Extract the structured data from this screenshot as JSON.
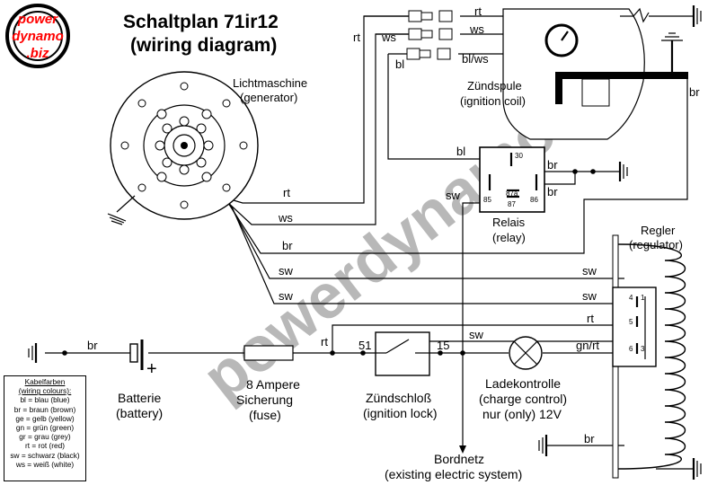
{
  "logo": {
    "line1": "power",
    "line2": "dynamo",
    "line3": ".biz"
  },
  "title": {
    "line1": "Schaltplan 71ir12",
    "line2": "(wiring diagram)"
  },
  "watermark": "powerdynamo.biz",
  "components": {
    "generator": {
      "label": "Lichtmaschine",
      "sublabel": "(generator)"
    },
    "coil": {
      "label": "Zündspule",
      "sublabel": "(ignition coil)"
    },
    "relay": {
      "label": "Relais",
      "sublabel": "(relay)",
      "pin30": "30",
      "pin85": "85",
      "pin87a": "87a",
      "pin87": "87",
      "pin86": "86"
    },
    "regulator": {
      "label": "Regler",
      "sublabel": "(regulator)",
      "pin4": "4",
      "pin1": "1",
      "pin5": "5",
      "pin6": "6",
      "pin3": "3"
    },
    "battery": {
      "label": "Batterie",
      "sublabel": "(battery)",
      "plus": "+"
    },
    "fuse": {
      "label": "8 Ampere",
      "sublabel1": "Sicherung",
      "sublabel2": "(fuse)"
    },
    "ignition_lock": {
      "label": "Zündschloß",
      "sublabel": "(ignition lock)",
      "pin51": "51",
      "pin15": "15"
    },
    "charge_control": {
      "label": "Ladekontrolle",
      "sublabel1": "(charge control)",
      "sublabel2": "nur (only) 12V"
    },
    "bordnetz": {
      "label": "Bordnetz",
      "sublabel": "(existing electric system)"
    }
  },
  "wire_labels": {
    "coil_rt": "rt",
    "coil_ws": "ws",
    "coil_bl_ws": "bl/ws",
    "left_rt": "rt",
    "left_ws": "ws",
    "left_bl": "bl",
    "coil_br": "br",
    "relay_bl": "bl",
    "relay_br_top": "br",
    "relay_br_bottom": "br",
    "relay_sw": "sw",
    "gen_rt": "rt",
    "gen_ws": "ws",
    "gen_br": "br",
    "gen_sw1": "sw",
    "gen_sw2": "sw",
    "reg_sw1": "sw",
    "reg_sw2": "sw",
    "reg_rt": "rt",
    "reg_gnrt": "gn/rt",
    "bottom_sw": "sw",
    "bat_br": "br",
    "fuse_rt": "rt",
    "gnd_br": "br"
  },
  "legend": {
    "title": "Kabelfarben",
    "subtitle": "(wiring colours):",
    "entries": [
      "bl = blau (blue)",
      "br = braun (brown)",
      "ge = gelb (yellow)",
      "gn = grün (green)",
      "gr = grau (grey)",
      "rt = rot (red)",
      "sw = schwarz (black)",
      "ws = weiß (white)"
    ]
  },
  "colors": {
    "logo_red": "#ff0000",
    "watermark": "#b8b8b8"
  }
}
